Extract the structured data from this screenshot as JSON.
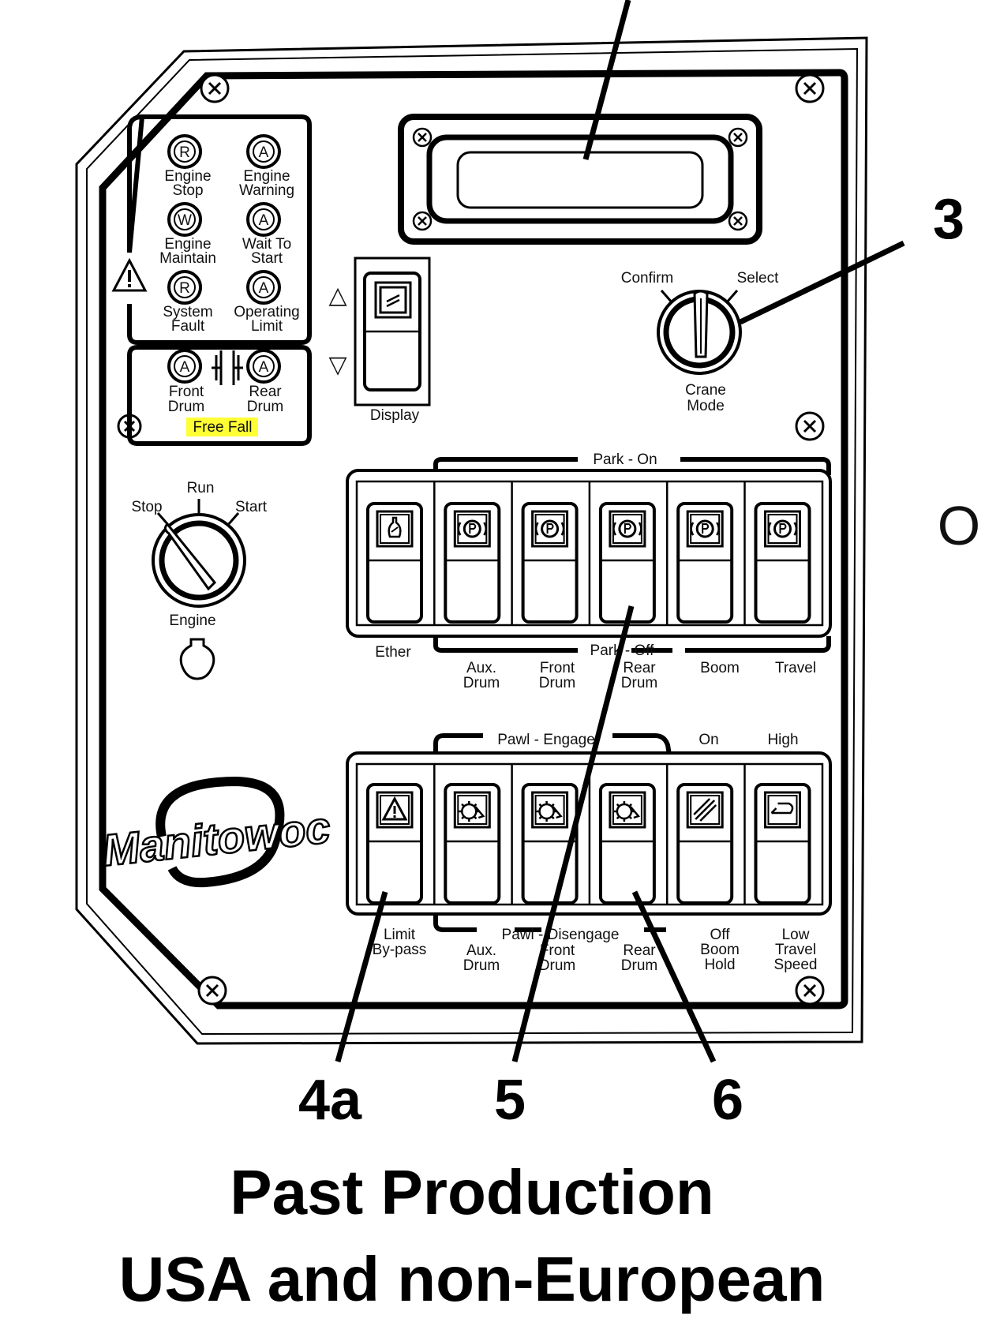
{
  "callouts": {
    "c3": "3",
    "c4a": "4a",
    "c5": "5",
    "c6": "6"
  },
  "side_mark": "O",
  "caption": {
    "line1": "Past Production",
    "line2": "USA and non-European"
  },
  "warning_lights": [
    {
      "letter": "R",
      "label1": "Engine",
      "label2": "Stop"
    },
    {
      "letter": "A",
      "label1": "Engine",
      "label2": "Warning"
    },
    {
      "letter": "W",
      "label1": "Engine",
      "label2": "Maintain"
    },
    {
      "letter": "A",
      "label1": "Wait To",
      "label2": "Start"
    },
    {
      "letter": "R",
      "label1": "System",
      "label2": "Fault"
    },
    {
      "letter": "A",
      "label1": "Operating",
      "label2": "Limit"
    }
  ],
  "free_fall": {
    "lights": [
      {
        "letter": "A",
        "label1": "Front",
        "label2": "Drum"
      },
      {
        "letter": "A",
        "label1": "Rear",
        "label2": "Drum"
      }
    ],
    "title": "Free Fall",
    "highlight_color": "#ffff33"
  },
  "display_switch": {
    "label": "Display",
    "up_arrow": "△",
    "down_arrow": "▽"
  },
  "crane_mode": {
    "confirm": "Confirm",
    "select": "Select",
    "label1": "Crane",
    "label2": "Mode"
  },
  "ignition": {
    "stop": "Stop",
    "run": "Run",
    "start": "Start",
    "label": "Engine"
  },
  "row1": {
    "header_top": "Park - On",
    "header_bottom": "Park - Off",
    "labels": [
      {
        "l1": "Ether",
        "l2": ""
      },
      {
        "l1": "Aux.",
        "l2": "Drum"
      },
      {
        "l1": "Front",
        "l2": "Drum"
      },
      {
        "l1": "Rear",
        "l2": "Drum"
      },
      {
        "l1": "Boom",
        "l2": ""
      },
      {
        "l1": "Travel",
        "l2": ""
      }
    ]
  },
  "row2": {
    "header_top": "Pawl - Engage",
    "header_on": "On",
    "header_high": "High",
    "header_bottom": "Pawl - Disengage",
    "labels": [
      {
        "l1": "Limit",
        "l2": "By-pass",
        "l3": ""
      },
      {
        "l1": "Aux.",
        "l2": "Drum",
        "l3": ""
      },
      {
        "l1": "Front",
        "l2": "Drum",
        "l3": ""
      },
      {
        "l1": "Rear",
        "l2": "Drum",
        "l3": ""
      },
      {
        "l1": "Off",
        "l2": "Boom",
        "l3": "Hold"
      },
      {
        "l1": "Low",
        "l2": "Travel",
        "l3": "Speed"
      }
    ]
  },
  "logo": "Manitowoc"
}
